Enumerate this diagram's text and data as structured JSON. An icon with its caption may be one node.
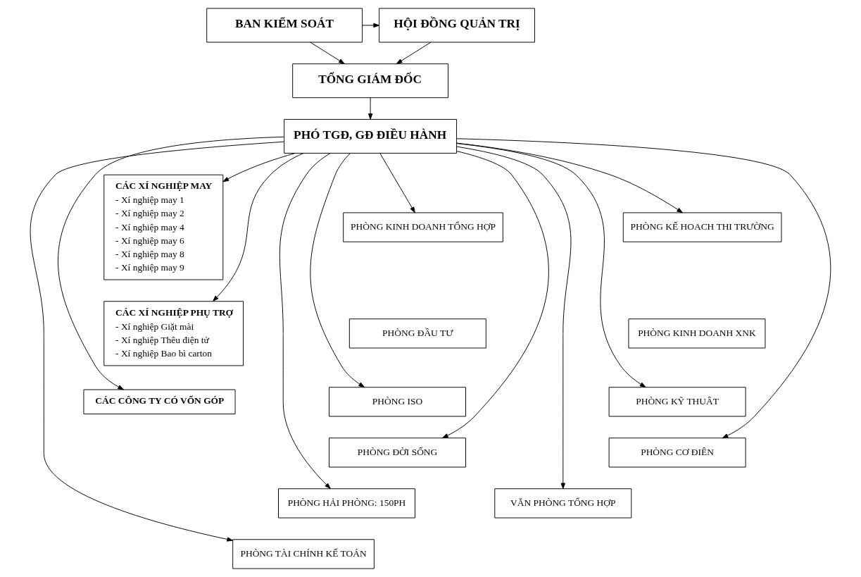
{
  "diagram": {
    "nodes": [
      {
        "text": [
          "HỘI ĐỒNG QUẢN TRỊ"
        ]
      },
      {
        "text": [
          "BAN KIỂM SOÁT"
        ]
      },
      {
        "text": [
          "TỔNG GIÁM ĐỐC"
        ]
      },
      {
        "text": [
          "PHÓ TGĐ, GĐ ĐIỀU HÀNH"
        ]
      },
      {
        "text": [
          "CÁC XÍ NGHIỆP MAY",
          "- Xí nghiệp may 1",
          "- Xí nghiệp may 2",
          "- Xí nghiệp may 4",
          "- Xí nghiệp may 6",
          "- Xí nghiệp may 8",
          "- Xí nghiệp may 9"
        ]
      },
      {
        "text": [
          "PHÒNG KẾ HOACH THI TRƯỜNG"
        ]
      },
      {
        "text": [
          "PHÒNG KINH DOANH TỔNG HỢP"
        ]
      },
      {
        "text": [
          "CÁC XÍ NGHIỆP PHỤ TRỢ",
          "- Xí nghiệp Giặt mài",
          "- Xí nghiệp Thêu điện tử",
          "- Xí nghiệp Bao bì carton"
        ]
      },
      {
        "text": [
          "PHÒNG KINH DOANH XNK"
        ]
      },
      {
        "text": [
          "PHÒNG ĐẦU TƯ"
        ]
      },
      {
        "text": [
          "PHÒNG KỸ THUÂT"
        ]
      },
      {
        "text": [
          "PHÒNG ISO"
        ]
      },
      {
        "text": [
          "CÁC CÔNG TY CÓ VỐN GÓP"
        ]
      },
      {
        "text": [
          "PHÒNG CƠ ĐIÊN"
        ]
      },
      {
        "text": [
          "PHÒNG ĐỜI SỐNG"
        ]
      },
      {
        "text": [
          "VĂN PHÒNG TỔNG HỢP"
        ]
      },
      {
        "text": [
          "PHÒNG HẢI PHÒNG: 150PH"
        ]
      },
      {
        "text": [
          "PHÒNG TÀI CHÍNH KẾ TOÁN"
        ]
      }
    ],
    "edges": [
      {
        "from": 1,
        "to": 0,
        "arrow": "to"
      },
      {
        "from": 1,
        "to": 2,
        "arrow": "to"
      },
      {
        "from": 0,
        "to": 2,
        "arrow": "to"
      },
      {
        "from": 2,
        "to": 3,
        "arrow": "to"
      },
      {
        "from": 3,
        "to": 4,
        "arrow": "to"
      },
      {
        "from": 3,
        "to": 7,
        "arrow": "to"
      },
      {
        "from": 3,
        "to": 12,
        "arrow": "to"
      },
      {
        "from": 3,
        "to": 5,
        "arrow": "to"
      },
      {
        "from": 3,
        "to": 6,
        "arrow": "to"
      },
      {
        "from": 3,
        "to": 10,
        "arrow": "to"
      },
      {
        "from": 3,
        "to": 11,
        "arrow": "to"
      },
      {
        "from": 3,
        "to": 13,
        "arrow": "to"
      },
      {
        "from": 3,
        "to": 14,
        "arrow": "to"
      },
      {
        "from": 3,
        "to": 15,
        "arrow": "to"
      },
      {
        "from": 3,
        "to": 16,
        "arrow": "to"
      },
      {
        "from": 3,
        "to": 17,
        "arrow": "to"
      }
    ]
  }
}
